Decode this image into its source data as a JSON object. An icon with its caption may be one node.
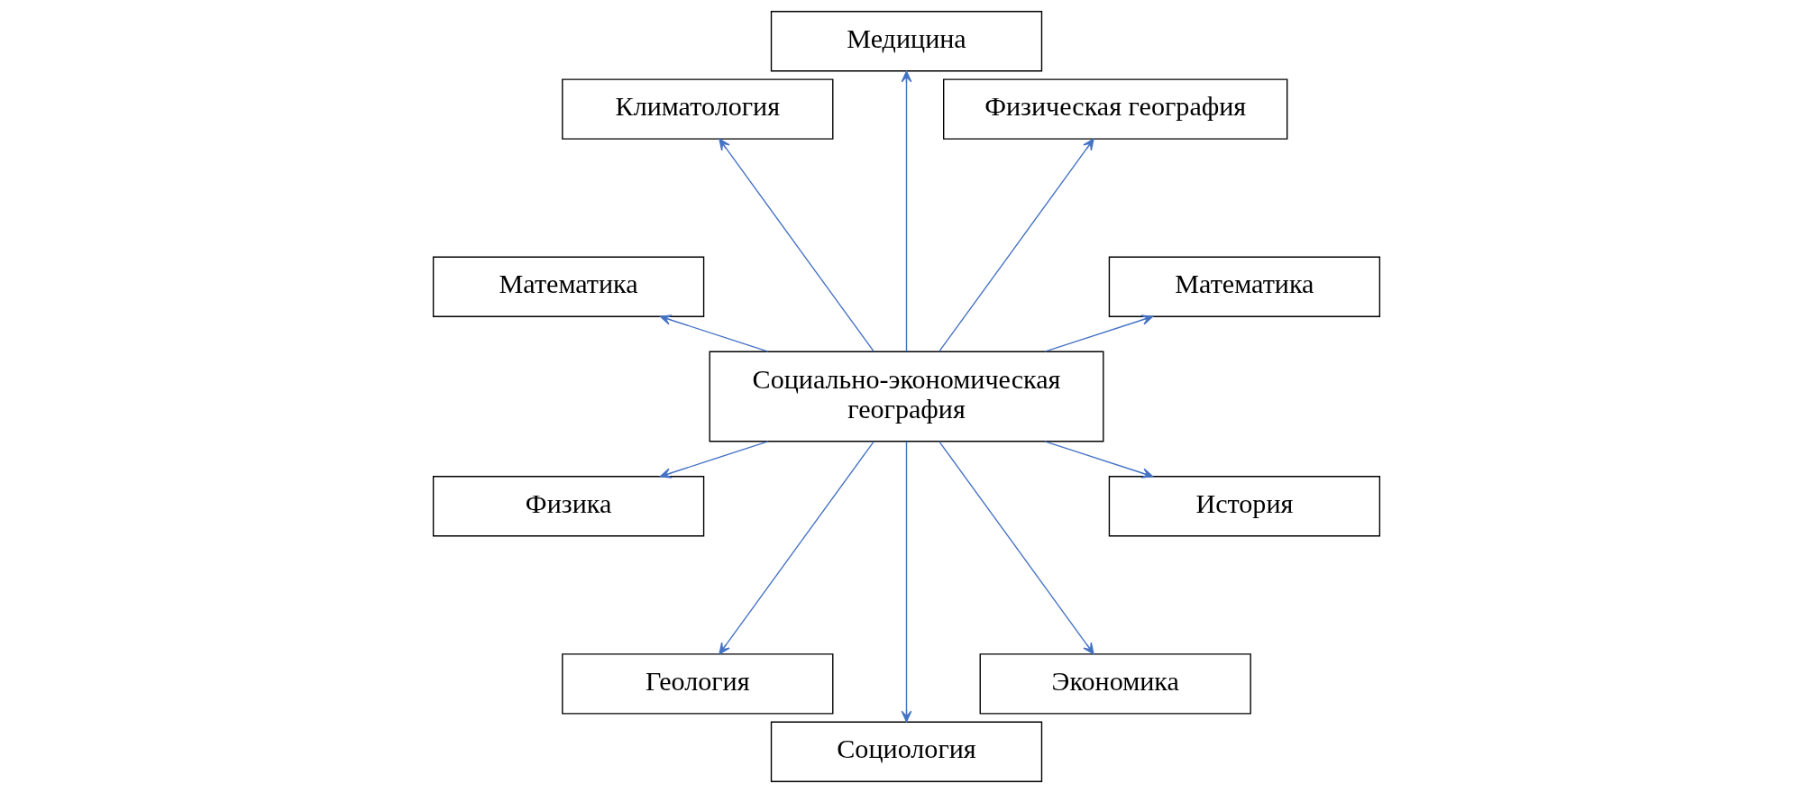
{
  "diagram": {
    "nodes": [
      {
        "text": [
          "Математика"
        ]
      },
      {
        "text": [
          "Физическая география"
        ]
      },
      {
        "text": [
          "Медицина"
        ]
      },
      {
        "text": [
          "Климатология"
        ]
      },
      {
        "text": [
          "Математика"
        ]
      },
      {
        "text": [
          "Социально-экономическая география"
        ]
      },
      {
        "text": [
          "Физика"
        ]
      },
      {
        "text": [
          "Геология"
        ]
      },
      {
        "text": [
          "Социология"
        ]
      },
      {
        "text": [
          "Экономика"
        ]
      },
      {
        "text": [
          "История"
        ]
      }
    ],
    "edges": [
      {
        "from": 5,
        "to": 0,
        "arrow": "to"
      },
      {
        "from": 5,
        "to": 1,
        "arrow": "to"
      },
      {
        "from": 5,
        "to": 2,
        "arrow": "to"
      },
      {
        "from": 5,
        "to": 3,
        "arrow": "to"
      },
      {
        "from": 5,
        "to": 4,
        "arrow": "to"
      },
      {
        "from": 5,
        "to": 6,
        "arrow": "to"
      },
      {
        "from": 5,
        "to": 7,
        "arrow": "to"
      },
      {
        "from": 5,
        "to": 8,
        "arrow": "to"
      },
      {
        "from": 5,
        "to": 9,
        "arrow": "to"
      },
      {
        "from": 5,
        "to": 10,
        "arrow": "to"
      }
    ]
  }
}
